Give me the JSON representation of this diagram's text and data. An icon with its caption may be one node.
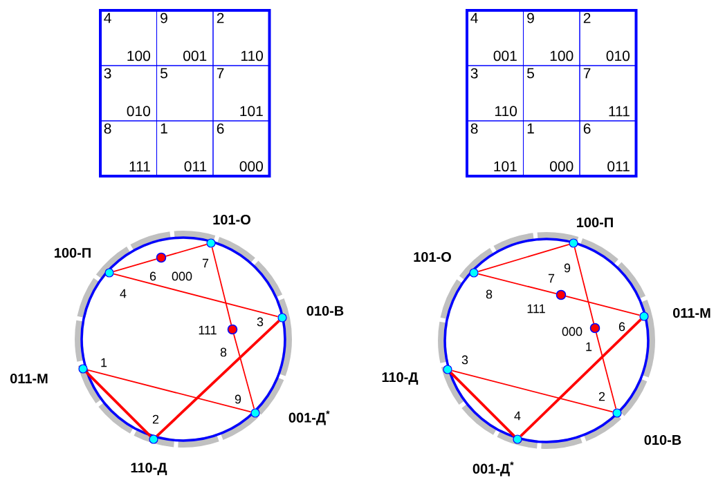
{
  "diagram": {
    "nodes": [
      {
        "text": [
          "4",
          "100"
        ]
      },
      {
        "text": [
          "9",
          "001"
        ]
      },
      {
        "text": [
          "2",
          "110"
        ]
      },
      {
        "text": [
          "3",
          "010"
        ]
      },
      {
        "text": [
          "5"
        ]
      },
      {
        "text": [
          "7",
          "101"
        ]
      },
      {
        "text": [
          "8",
          "111"
        ]
      },
      {
        "text": [
          "1",
          "011"
        ]
      },
      {
        "text": [
          "6",
          "000"
        ]
      },
      {
        "text": [
          "4",
          "001"
        ]
      },
      {
        "text": [
          "9",
          "100"
        ]
      },
      {
        "text": [
          "2",
          "010"
        ]
      },
      {
        "text": [
          "3",
          "110"
        ]
      },
      {
        "text": [
          "5"
        ]
      },
      {
        "text": [
          "7",
          "111"
        ]
      },
      {
        "text": [
          "8",
          "101"
        ]
      },
      {
        "text": [
          "1",
          "000"
        ]
      },
      {
        "text": [
          "6",
          "011"
        ]
      },
      {
        "text": [],
        "shape": "circle",
        "beside": [
          "101-О",
          "7"
        ]
      },
      {
        "text": [],
        "shape": "circle",
        "beside": [
          "100-П",
          "4"
        ]
      },
      {
        "text": [],
        "shape": "circle",
        "beside": [
          "6",
          "000"
        ]
      },
      {
        "text": [],
        "shape": "circle",
        "beside": [
          "010-В",
          "3"
        ]
      },
      {
        "text": [],
        "shape": "circle",
        "beside": [
          "111",
          "8"
        ]
      },
      {
        "text": [],
        "shape": "circle",
        "beside": [
          "011-М",
          "1"
        ]
      },
      {
        "text": [],
        "shape": "circle",
        "beside": [
          "001-Д$^{*}$",
          "9"
        ]
      },
      {
        "text": [],
        "shape": "circle",
        "beside": [
          "110-Д",
          "2"
        ]
      },
      {
        "text": [],
        "shape": "circle",
        "beside": [
          "100-П",
          "9"
        ]
      },
      {
        "text": [],
        "shape": "circle",
        "beside": [
          "101-О",
          "8"
        ]
      },
      {
        "text": [],
        "shape": "circle",
        "beside": [
          "7",
          "111"
        ]
      },
      {
        "text": [],
        "shape": "circle",
        "beside": [
          "011-М",
          "6"
        ]
      },
      {
        "text": [],
        "shape": "circle",
        "beside": [
          "000",
          "1"
        ]
      },
      {
        "text": [],
        "shape": "circle",
        "beside": [
          "110-Д",
          "3"
        ]
      },
      {
        "text": [],
        "shape": "circle",
        "beside": [
          "010-В",
          "2"
        ]
      },
      {
        "text": [],
        "shape": "circle",
        "beside": [
          "001-Д$^{*}$",
          "4"
        ]
      }
    ],
    "edges": [
      {
        "from": 23,
        "to": 25,
        "arrow": "none",
        "style": "thick"
      },
      {
        "from": 25,
        "to": 21,
        "arrow": "none",
        "style": "thick"
      },
      {
        "from": 21,
        "to": 19,
        "arrow": "none"
      },
      {
        "from": 19,
        "to": 20,
        "arrow": "none"
      },
      {
        "from": 20,
        "to": 18,
        "arrow": "none"
      },
      {
        "from": 18,
        "to": 22,
        "arrow": "none"
      },
      {
        "from": 22,
        "to": 24,
        "arrow": "none"
      },
      {
        "from": 24,
        "to": 23,
        "arrow": "none"
      },
      {
        "from": 30,
        "to": 32,
        "arrow": "none"
      },
      {
        "from": 32,
        "to": 31,
        "arrow": "none"
      },
      {
        "from": 31,
        "to": 33,
        "arrow": "none",
        "style": "thick"
      },
      {
        "from": 33,
        "to": 29,
        "arrow": "none",
        "style": "thick"
      },
      {
        "from": 29,
        "to": 28,
        "arrow": "none"
      },
      {
        "from": 28,
        "to": 27,
        "arrow": "none"
      },
      {
        "from": 27,
        "to": 26,
        "arrow": "none"
      },
      {
        "from": 26,
        "to": 30,
        "arrow": "none"
      }
    ]
  }
}
